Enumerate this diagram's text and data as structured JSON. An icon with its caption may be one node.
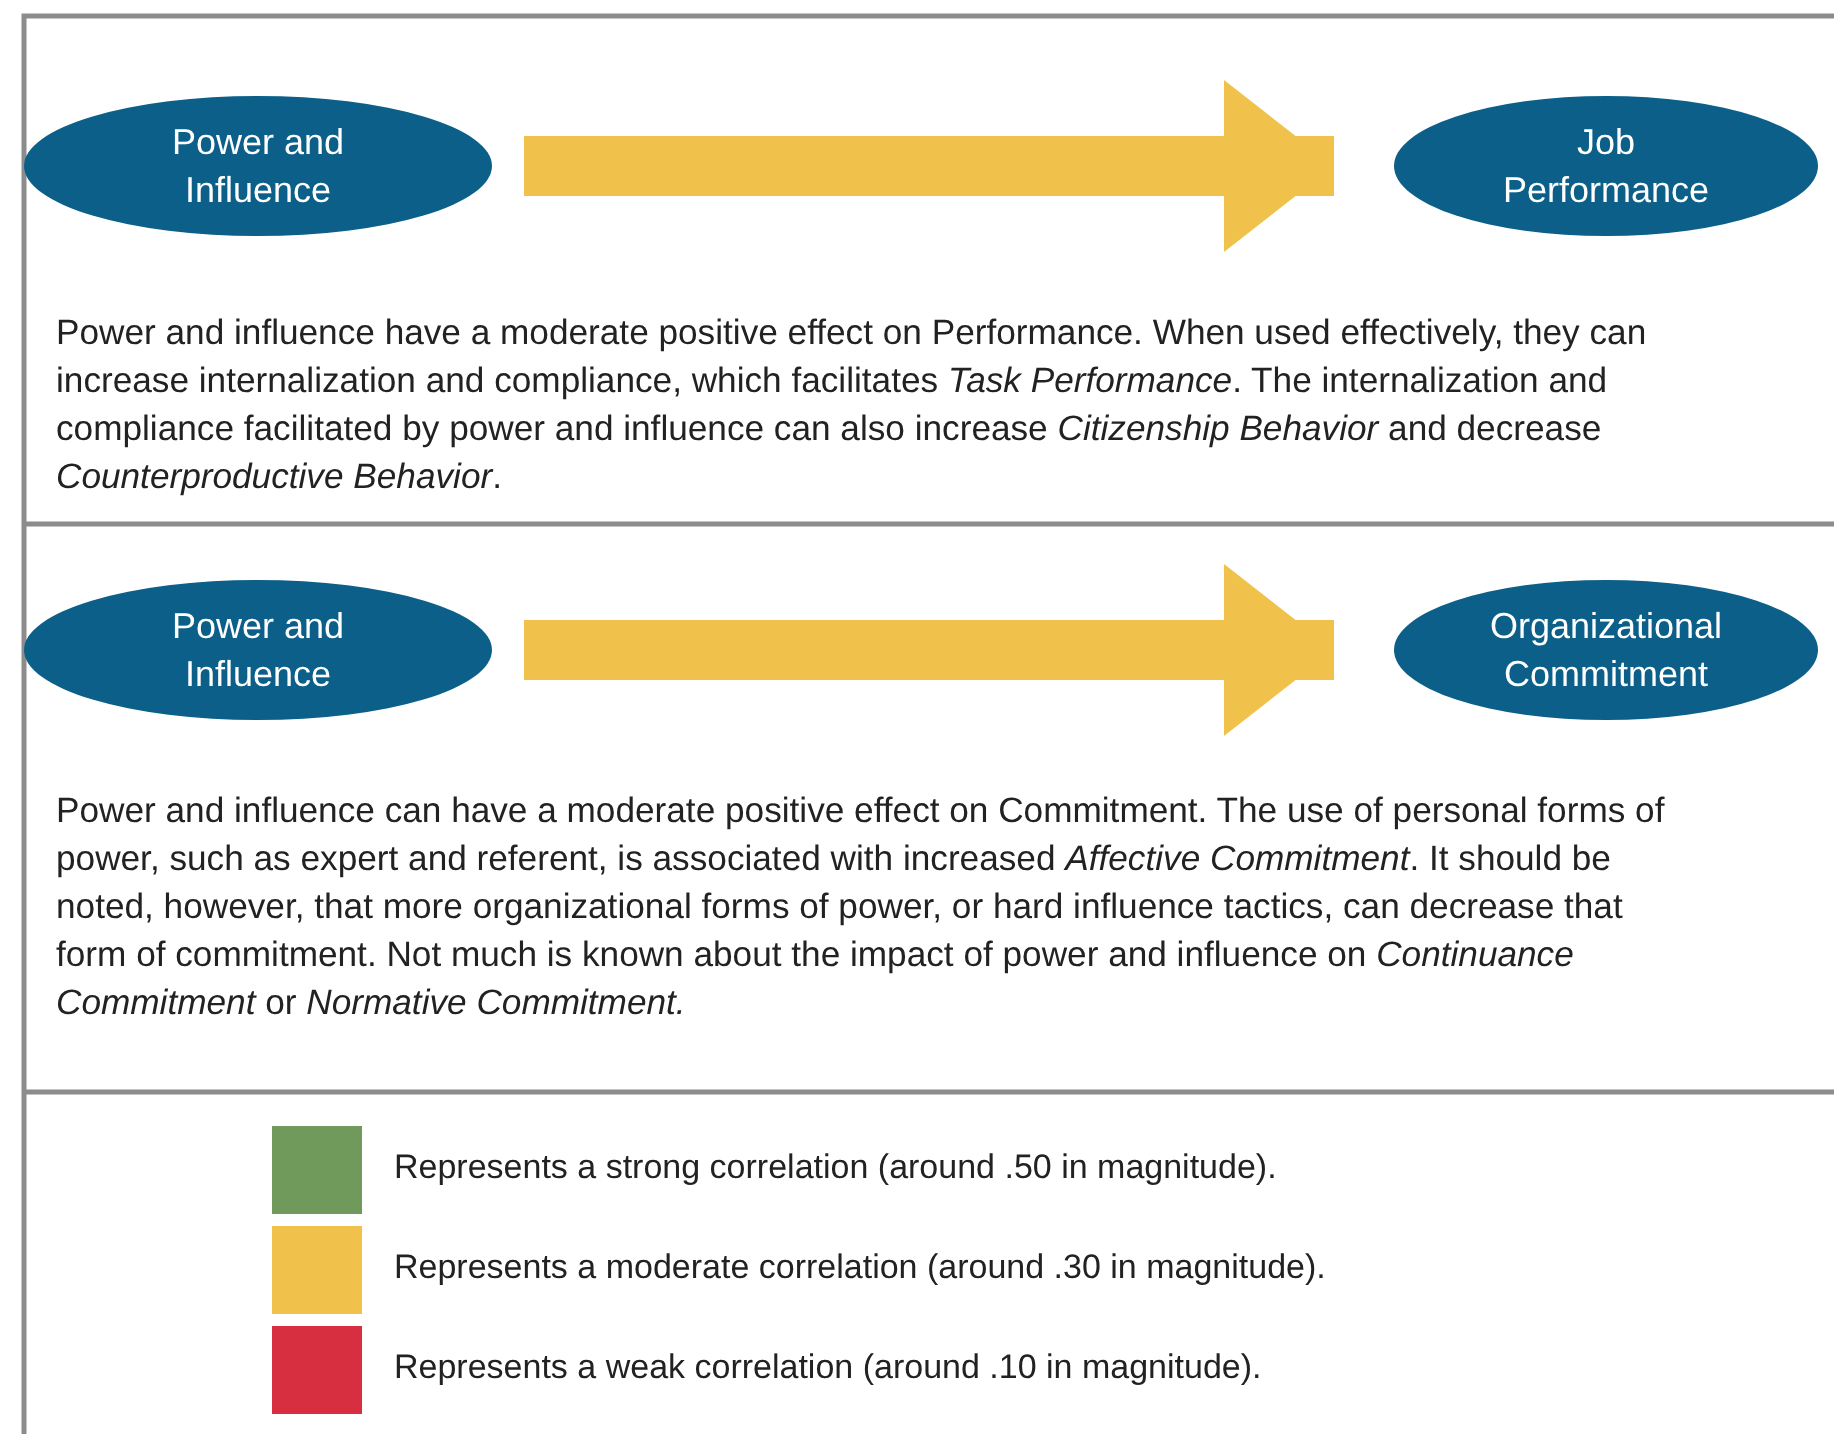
{
  "diagram": {
    "nodes": [
      {
        "text": [
          "Power and Influence"
        ]
      },
      {
        "text": [
          "Job Performance"
        ]
      },
      {
        "text": [
          "Power and Influence"
        ]
      },
      {
        "text": [
          "Organizational Commitment"
        ]
      }
    ],
    "edges": [
      {
        "from": 0,
        "to": 1,
        "arrow": "to",
        "color": "#f0c24b"
      },
      {
        "from": 2,
        "to": 3,
        "arrow": "to",
        "color": "#f0c24b"
      }
    ],
    "labels": [
      "Power and influence have a moderate positive effect on Performance. When used effectively, they can increase internalization and compliance, which facilitates *Task Performance*. The internalization and compliance facilitated by power and influence can also increase *Citizenship Behavior* and decrease *Counterproductive Behavior*.",
      "Power and influence can have a moderate positive effect on Commitment. The use of personal forms of power, such as expert and referent, is associated with increased *Affective Commitment*. It should be noted, however, that more organizational forms of power, or hard influence tactics, can decrease that form of commitment. Not much is known about the impact of power and influence on *Continuance Commitment* or *Normative Commitment.*"
    ],
    "legend": [
      {
        "text": "Represents a strong correlation (around .50 in magnitude).",
        "color": "#6f9a5c"
      },
      {
        "text": "Represents a moderate correlation (around .30 in magnitude).",
        "color": "#f0c24b"
      },
      {
        "text": "Represents a weak correlation (around .10 in magnitude).",
        "color": "#d72f40"
      }
    ]
  }
}
